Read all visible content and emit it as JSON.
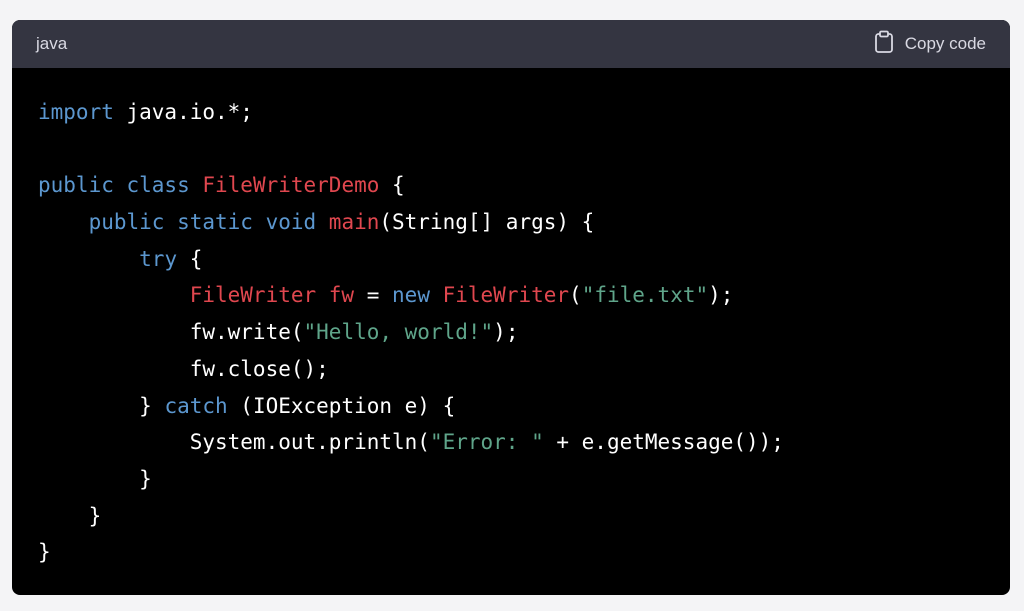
{
  "header": {
    "language": "java",
    "copy_label": "Copy code",
    "copy_icon": "clipboard-icon"
  },
  "colors": {
    "keyword": "#5c97cf",
    "type": "#e0474f",
    "string": "#5fa58a",
    "plain": "#ffffff"
  },
  "code_lines": [
    [
      [
        "keyword",
        "import"
      ],
      [
        "plain",
        " java.io.*;"
      ]
    ],
    [],
    [
      [
        "keyword",
        "public class "
      ],
      [
        "type",
        "FileWriterDemo"
      ],
      [
        "plain",
        " {"
      ]
    ],
    [
      [
        "plain",
        "    "
      ],
      [
        "keyword",
        "public static void "
      ],
      [
        "type",
        "main"
      ],
      [
        "plain",
        "(String[] args) {"
      ]
    ],
    [
      [
        "plain",
        "        "
      ],
      [
        "keyword",
        "try"
      ],
      [
        "plain",
        " {"
      ]
    ],
    [
      [
        "plain",
        "            "
      ],
      [
        "type",
        "FileWriter fw"
      ],
      [
        "plain",
        " = "
      ],
      [
        "keyword",
        "new "
      ],
      [
        "type",
        "FileWriter"
      ],
      [
        "plain",
        "("
      ],
      [
        "string",
        "\"file.txt\""
      ],
      [
        "plain",
        ");"
      ]
    ],
    [
      [
        "plain",
        "            fw.write("
      ],
      [
        "string",
        "\"Hello, world!\""
      ],
      [
        "plain",
        ");"
      ]
    ],
    [
      [
        "plain",
        "            fw.close();"
      ]
    ],
    [
      [
        "plain",
        "        } "
      ],
      [
        "keyword",
        "catch"
      ],
      [
        "plain",
        " (IOException e) {"
      ]
    ],
    [
      [
        "plain",
        "            System.out.println("
      ],
      [
        "string",
        "\"Error: \""
      ],
      [
        "plain",
        " + e.getMessage());"
      ]
    ],
    [
      [
        "plain",
        "        }"
      ]
    ],
    [
      [
        "plain",
        "    }"
      ]
    ],
    [
      [
        "plain",
        "}"
      ]
    ]
  ]
}
